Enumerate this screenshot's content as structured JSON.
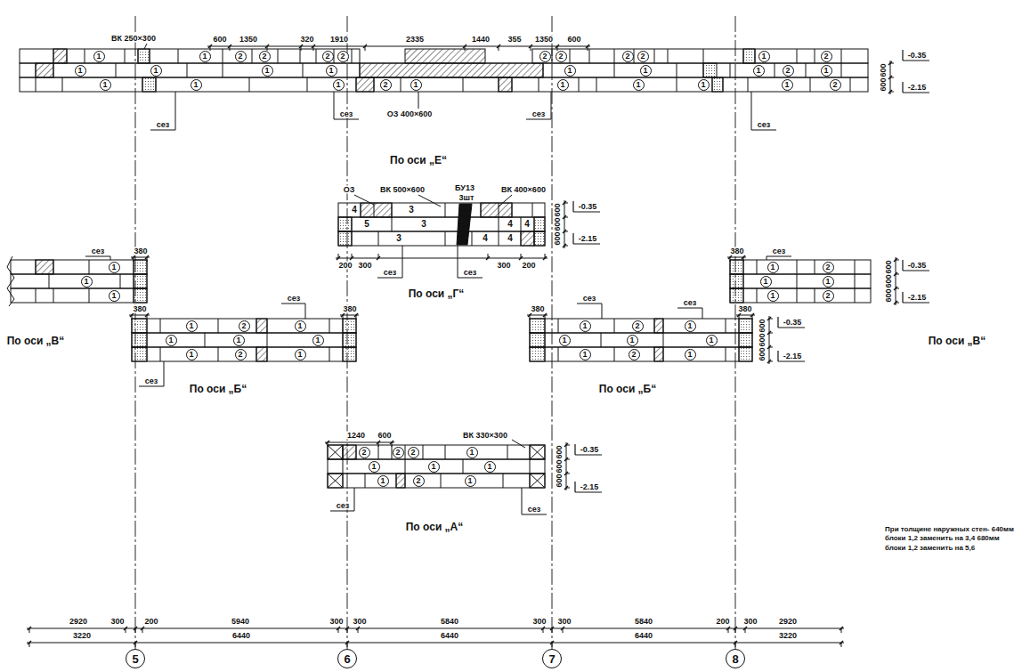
{
  "diagram": {
    "nodes": [
      {
        "text": [
          "1"
        ]
      },
      {
        "text": [
          "1"
        ]
      },
      {
        "text": [
          "2"
        ]
      },
      {
        "text": [
          "2"
        ]
      },
      {
        "text": [
          "2"
        ]
      },
      {
        "text": [
          "2"
        ]
      },
      {
        "text": [
          "2"
        ]
      },
      {
        "text": [
          "2"
        ]
      },
      {
        "text": [
          "2"
        ]
      },
      {
        "text": [
          "2"
        ]
      },
      {
        "text": [
          "1"
        ]
      },
      {
        "text": [
          "2"
        ]
      },
      {
        "text": [
          "1"
        ]
      },
      {
        "text": [
          "1"
        ]
      },
      {
        "text": [
          "1"
        ]
      },
      {
        "text": [
          "1"
        ]
      },
      {
        "text": [
          "1"
        ]
      },
      {
        "text": [
          "1"
        ]
      },
      {
        "text": [
          "1"
        ]
      },
      {
        "text": [
          "2"
        ]
      },
      {
        "text": [
          "1"
        ]
      },
      {
        "text": [
          "1"
        ]
      },
      {
        "text": [
          "1"
        ]
      },
      {
        "text": [
          "1"
        ]
      },
      {
        "text": [
          "2"
        ]
      },
      {
        "text": [
          "1"
        ]
      },
      {
        "text": [
          "1"
        ]
      },
      {
        "text": [
          "1"
        ]
      },
      {
        "text": [
          "1"
        ]
      },
      {
        "text": [
          "1"
        ]
      },
      {
        "text": [
          "2"
        ]
      },
      {
        "text": [
          "1"
        ]
      },
      {
        "text": [
          "1"
        ]
      },
      {
        "text": [
          "1"
        ]
      },
      {
        "text": [
          "1"
        ]
      },
      {
        "text": [
          "2"
        ]
      },
      {
        "text": [
          "1"
        ]
      },
      {
        "text": [
          "1"
        ]
      },
      {
        "text": [
          "1"
        ]
      },
      {
        "text": [
          "2"
        ]
      },
      {
        "text": [
          "1"
        ]
      },
      {
        "text": [
          "2"
        ]
      },
      {
        "text": [
          "1"
        ]
      },
      {
        "text": [
          "1"
        ]
      },
      {
        "text": [
          "1"
        ]
      },
      {
        "text": [
          "1"
        ]
      },
      {
        "text": [
          "1"
        ]
      },
      {
        "text": [
          "2"
        ]
      },
      {
        "text": [
          "1"
        ]
      },
      {
        "text": [
          "1"
        ]
      },
      {
        "text": [
          "2"
        ]
      },
      {
        "text": [
          "1"
        ]
      },
      {
        "text": [
          "1"
        ]
      },
      {
        "text": [
          "1"
        ]
      },
      {
        "text": [
          "1"
        ]
      },
      {
        "text": [
          "1"
        ]
      },
      {
        "text": [
          "2"
        ]
      },
      {
        "text": [
          "1"
        ]
      },
      {
        "text": [
          "2"
        ]
      },
      {
        "text": [
          "2"
        ]
      },
      {
        "text": [
          "2"
        ]
      },
      {
        "text": [
          "1"
        ]
      },
      {
        "text": [
          "1"
        ]
      },
      {
        "text": [
          "1"
        ]
      },
      {
        "text": [
          "1"
        ]
      },
      {
        "text": [
          "1"
        ]
      },
      {
        "text": [
          "2"
        ]
      },
      {
        "text": [
          "1"
        ]
      },
      {
        "text": [
          "5"
        ]
      },
      {
        "text": [
          "6"
        ]
      },
      {
        "text": [
          "7"
        ]
      },
      {
        "text": [
          "8"
        ]
      }
    ],
    "labels": [
      "ВК 250×300",
      "600",
      "1350",
      "320",
      "1910",
      "2335",
      "1440",
      "355",
      "1350",
      "600",
      "-0.35",
      "-2.15",
      "600",
      "600",
      "сез",
      "сез",
      "ОЗ 400×600",
      "сез",
      "сез",
      "По оси „Е“",
      "ОЗ",
      "ВК 500×600",
      "БУ13",
      "3шт",
      "ВК 400×600",
      "-0.35",
      "-2.15",
      "600",
      "600",
      "600",
      "4",
      "3",
      "5",
      "3",
      "3",
      "4",
      "4",
      "4",
      "4",
      "200",
      "300",
      "сез",
      "сез",
      "300",
      "200",
      "По оси „Г“",
      "сез",
      "380",
      "По оси „В“",
      "380",
      "сез",
      "-0.35",
      "-2.15",
      "600",
      "600",
      "600",
      "По оси „В“",
      "380",
      "сез",
      "380",
      "сез",
      "По оси „Б“",
      "380",
      "сез",
      "сез",
      "380",
      "-0.35",
      "-2.15",
      "600",
      "600",
      "600",
      "По оси „Б“",
      "1240",
      "600",
      "ВК 330×300",
      "-0.35",
      "-2.15",
      "600",
      "600",
      "600",
      "сез",
      "сез",
      "По оси „А“",
      "При толщине наружных стен- 640мм блоки 1,2 заменить на 3,4 680мм блоки 1,2 заменить на 5,6",
      "2920",
      "300",
      "200",
      "5940",
      "300",
      "300",
      "5840",
      "300",
      "300",
      "5840",
      "200",
      "300",
      "2920",
      "3220",
      "6440",
      "6440",
      "6440",
      "3220"
    ]
  }
}
